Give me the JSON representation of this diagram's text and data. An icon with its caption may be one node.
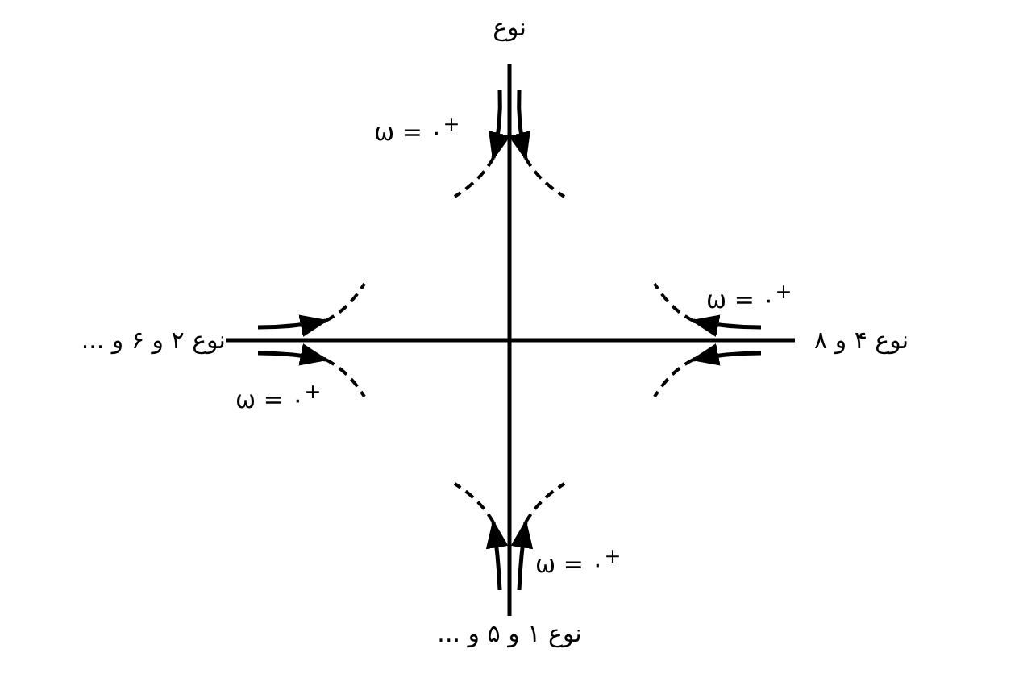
{
  "diagram": {
    "labels": [
      "نوع",
      "ω = ۰$^{+}$",
      "ω = ۰$^{+}$",
      "نوع ۲ و ۶ و ...",
      "نوع ۴ و ۸",
      "ω = ۰$^{+}$",
      "ω = ۰$^{+}$",
      "نوع ۱ و ۵ و ..."
    ]
  }
}
